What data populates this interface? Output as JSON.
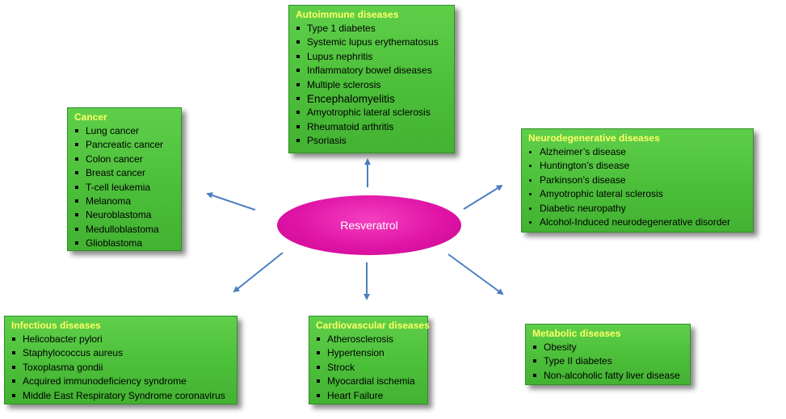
{
  "center": {
    "label": "Resveratrol"
  },
  "boxes": {
    "autoimmune": {
      "title": "Autoimmune diseases",
      "items": [
        "Type 1 diabetes",
        "Systemic lupus erythematosus",
        "Lupus nephritis",
        "Inflammatory bowel diseases",
        "Multiple sclerosis",
        "Encephalomyelitis",
        "Amyotrophic lateral sclerosis",
        "Rheumatoid arthritis",
        "Psoriasis"
      ]
    },
    "cancer": {
      "title": "Cancer",
      "items": [
        "Lung cancer",
        "Pancreatic cancer",
        "Colon cancer",
        "Breast cancer",
        "T-cell leukemia",
        "Melanoma",
        "Neuroblastoma",
        "Medulloblastoma",
        "Glioblastoma"
      ]
    },
    "neuro": {
      "title": "Neurodegenerative diseases",
      "items": [
        "Alzheimer’s disease",
        "Huntington’s disease",
        "Parkinson’s disease",
        "Amyotrophic lateral sclerosis",
        "Diabetic neuropathy",
        "Alcohol-Induced neurodegenerative disorder"
      ]
    },
    "infectious": {
      "title": "Infectious diseases",
      "items": [
        "Helicobacter pylori",
        "Staphylococcus aureus",
        "Toxoplasma gondii",
        "Acquired immunodeficiency syndrome",
        "Middle East Respiratory Syndrome coronavirus"
      ]
    },
    "cardio": {
      "title": "Cardiovascular diseases",
      "items": [
        "Atherosclerosis",
        "Hypertension",
        "Strock",
        "Myocardial ischemia",
        "Heart Failure"
      ]
    },
    "metabolic": {
      "title": "Metabolic diseases",
      "items": [
        "Obesity",
        "Type II diabetes",
        "Non-alcoholic fatty liver disease"
      ]
    }
  },
  "colors": {
    "box_fill": "#4cbf3a",
    "title_text": "#ffff66",
    "center_fill": "#e014a6",
    "arrow": "#4a7fc0"
  }
}
